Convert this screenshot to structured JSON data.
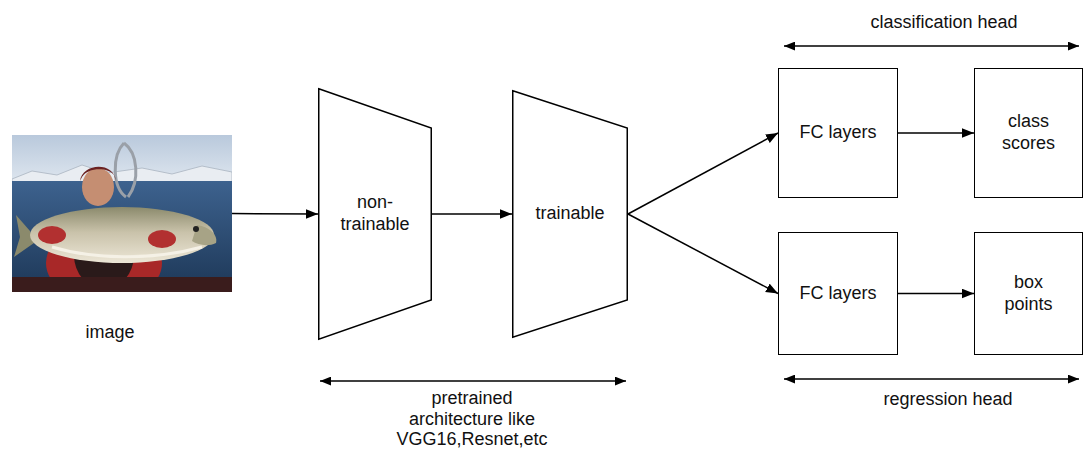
{
  "diagram": {
    "nodes": [
      {
        "text": [
          "image"
        ]
      },
      {
        "text": [
          "non- trainable"
        ]
      },
      {
        "text": [
          "trainable"
        ]
      },
      {
        "text": [
          "FC layers"
        ]
      },
      {
        "text": [
          "class scores"
        ]
      },
      {
        "text": [
          "FC layers"
        ]
      },
      {
        "text": [
          "box points"
        ]
      }
    ],
    "edges": [
      {
        "from": 0,
        "to": 1,
        "arrow": "to"
      },
      {
        "from": 1,
        "to": 2,
        "arrow": "to"
      },
      {
        "from": 2,
        "to": 3,
        "arrow": "to"
      },
      {
        "from": 2,
        "to": 5,
        "arrow": "to"
      },
      {
        "from": 3,
        "to": 4,
        "arrow": "to"
      },
      {
        "from": 5,
        "to": 6,
        "arrow": "to"
      }
    ],
    "labels": [
      "pretrained architecture like VGG16,Resnet,etc",
      "classification head",
      "regression head"
    ]
  }
}
